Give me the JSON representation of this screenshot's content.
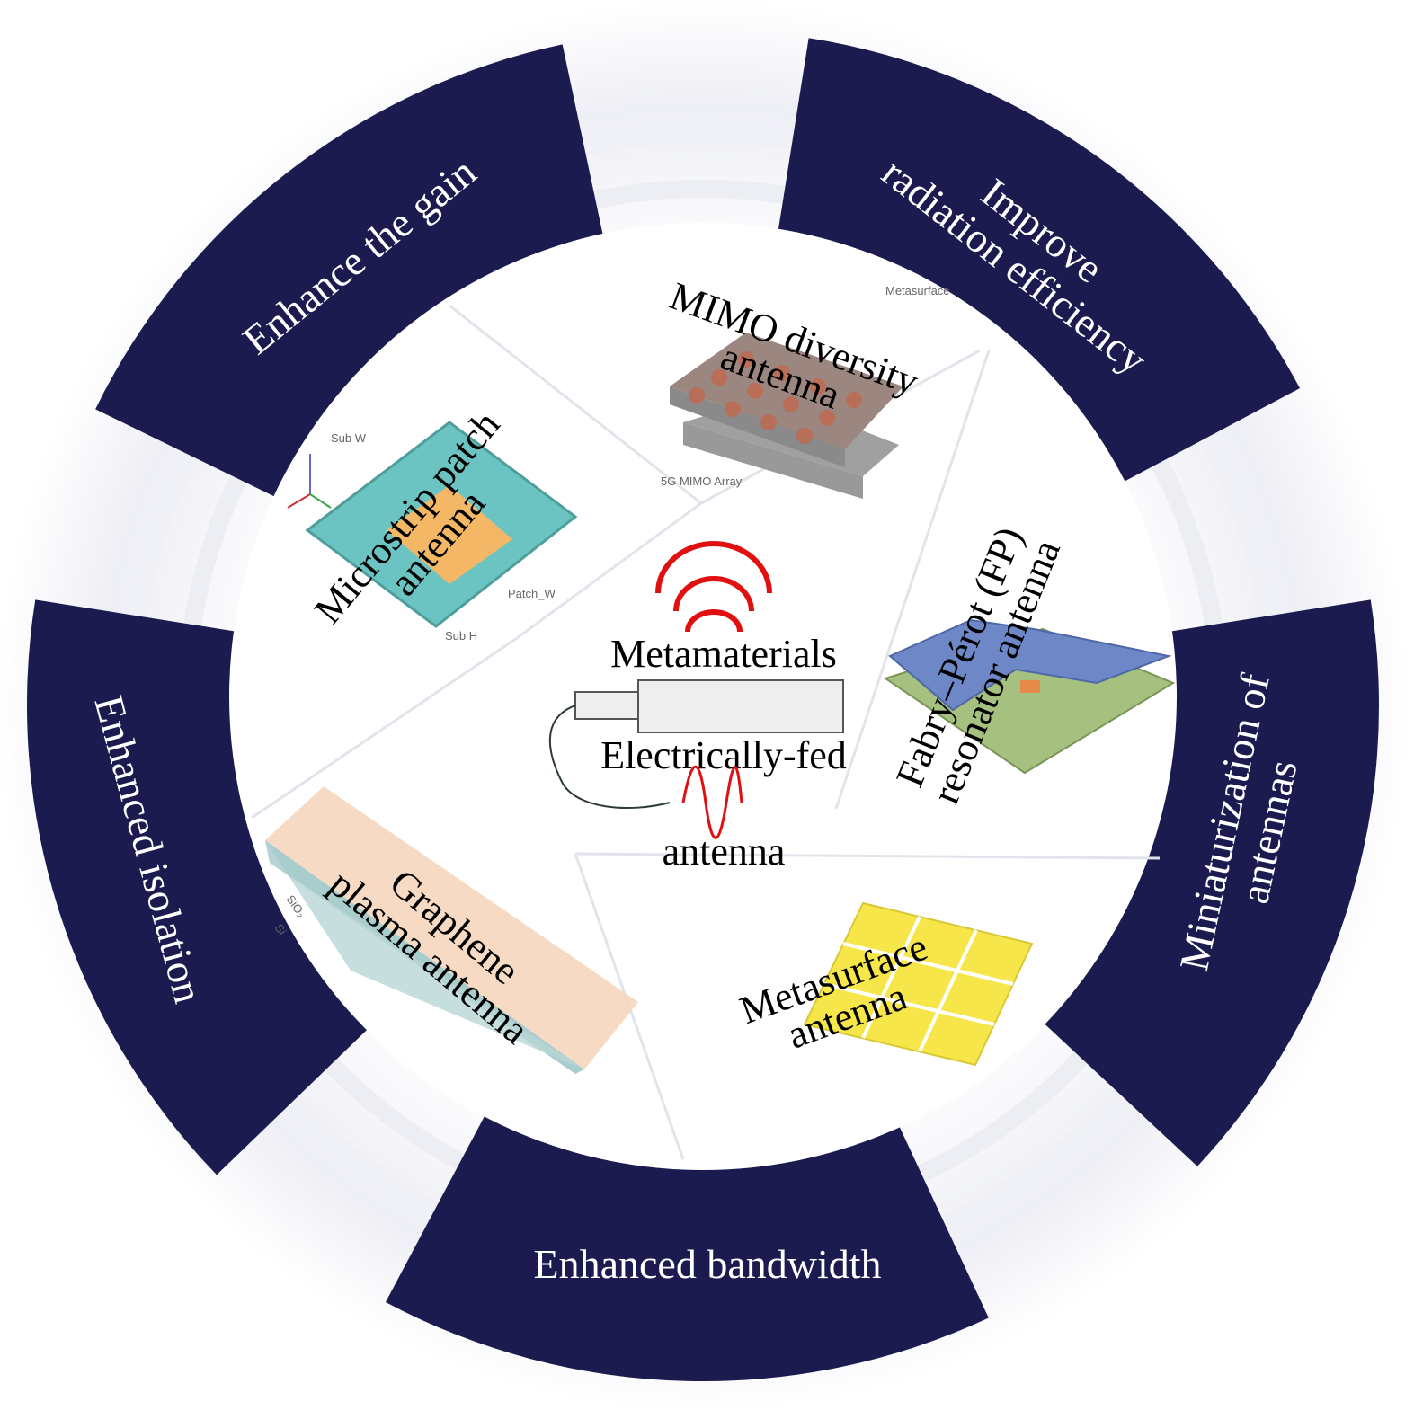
{
  "center": {
    "line1": "Metamaterials",
    "line2": "Electrically-fed",
    "line3": "antenna"
  },
  "bands": {
    "gain": "Enhance the gain",
    "efficiency_1": "Improve",
    "efficiency_2": "radiation efficiency",
    "mini_1": "Miniaturization of",
    "mini_2": "antennas",
    "bandwidth": "Enhanced bandwidth",
    "isolation": "Enhanced isolation"
  },
  "antennas": {
    "mimo_1": "MIMO diversity",
    "mimo_2": "antenna",
    "mimo_metasurface": "Metasurface",
    "mimo_array": "5G MIMO Array",
    "micro_1": "Microstrip patch",
    "micro_2": "antenna",
    "micro_subw": "Sub W",
    "micro_subh": "Sub H",
    "micro_patchw": "Patch_W",
    "fp_1": "Fabry–Pérot (FP)",
    "fp_2": "resonator antenna",
    "meta_1": "Metasurface",
    "meta_2": "antenna",
    "graphene_1": "Graphene",
    "graphene_2": "plasma antenna",
    "graphene_sio2": "SiO₂",
    "graphene_si": "Si"
  },
  "colors": {
    "band": "#1c1b4f",
    "wave": "#e01010"
  }
}
